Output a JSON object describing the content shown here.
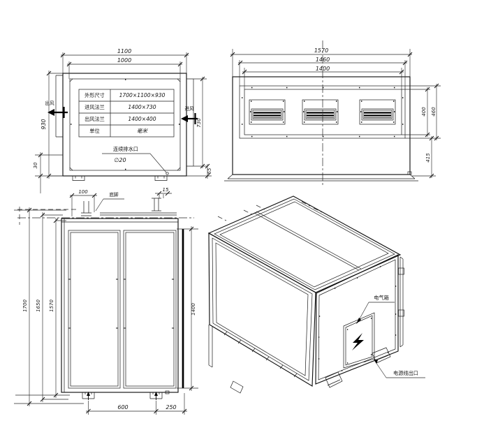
{
  "front": {
    "dim_outer_w": "1100",
    "dim_inner_w": "1000",
    "dim_height": "930",
    "dim_inlet_h": "730",
    "dim_drain": "30",
    "dim_base_r": "65",
    "air_out": "出风",
    "air_in": "进风",
    "drain_label": "连续排水口",
    "drain_size": "∅20",
    "table": {
      "rows": [
        {
          "label": "外形尺寸",
          "value": "1700×1100×930"
        },
        {
          "label": "进风法兰",
          "value": "1400×730"
        },
        {
          "label": "出风法兰",
          "value": "1400×400"
        },
        {
          "label": "单位",
          "value": "毫米"
        }
      ]
    }
  },
  "top": {
    "dim_w1": "1570",
    "dim_w2": "1460",
    "dim_w3": "1400",
    "dim_h_inner": "400",
    "dim_h_outer": "460",
    "dim_h_lower": "415"
  },
  "side": {
    "dim_foot_offset": "100",
    "foot_label": "底脚",
    "dim_foot_w": "15",
    "dim_l1": "1700",
    "dim_l2": "1650",
    "dim_l3": "1570",
    "dim_flange": "1400",
    "dim_b1": "600",
    "dim_b2": "250"
  },
  "iso": {
    "electric_box": "电气箱",
    "power_outlet": "电源线出口"
  }
}
